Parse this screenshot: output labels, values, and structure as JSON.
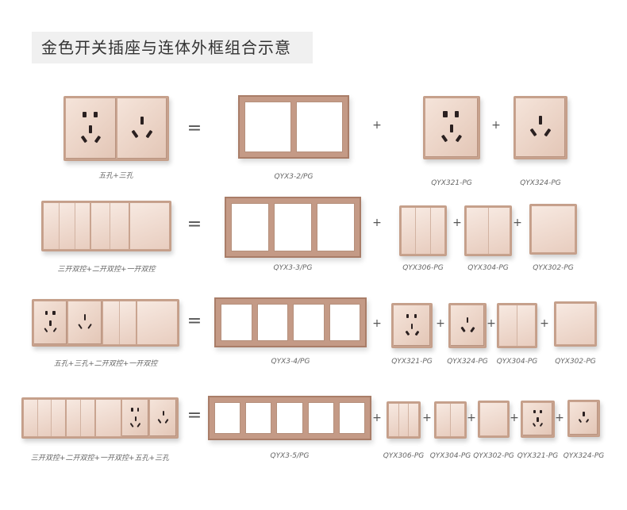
{
  "title": "金色开关插座与连体外框组合示意",
  "rows": [
    {
      "combo": {
        "modules": [
          "five",
          "three"
        ],
        "label": "五孔+三孔"
      },
      "frame": {
        "slots": 2,
        "label": "QYX3-2/PG"
      },
      "parts": [
        {
          "type": "five",
          "label": "QYX321-PG"
        },
        {
          "type": "three",
          "label": "QYX324-PG"
        }
      ]
    },
    {
      "combo": {
        "modules": [
          "gang3",
          "gang2",
          "gang1"
        ],
        "label": "三开双控+二开双控+一开双控"
      },
      "frame": {
        "slots": 3,
        "label": "QYX3-3/PG"
      },
      "parts": [
        {
          "type": "gang3",
          "label": "QYX306-PG"
        },
        {
          "type": "gang2",
          "label": "QYX304-PG"
        },
        {
          "type": "gang1",
          "label": "QYX302-PG"
        }
      ]
    },
    {
      "combo": {
        "modules": [
          "five",
          "three",
          "gang2",
          "gang1"
        ],
        "label": "五孔+三孔+二开双控+一开双控"
      },
      "frame": {
        "slots": 4,
        "label": "QYX3-4/PG"
      },
      "parts": [
        {
          "type": "five",
          "label": "QYX321-PG"
        },
        {
          "type": "three",
          "label": "QYX324-PG"
        },
        {
          "type": "gang2",
          "label": "QYX304-PG"
        },
        {
          "type": "gang1",
          "label": "QYX302-PG"
        }
      ]
    },
    {
      "combo": {
        "modules": [
          "gang3",
          "gang2",
          "gang1",
          "five",
          "three"
        ],
        "label": "三开双控+二开双控+一开双控+五孔+三孔"
      },
      "frame": {
        "slots": 5,
        "label": "QYX3-5/PG"
      },
      "parts": [
        {
          "type": "gang3",
          "label": "QYX306-PG"
        },
        {
          "type": "gang2",
          "label": "QYX304-PG"
        },
        {
          "type": "gang1",
          "label": "QYX302-PG"
        },
        {
          "type": "five",
          "label": "QYX321-PG"
        },
        {
          "type": "three",
          "label": "QYX324-PG"
        }
      ]
    }
  ],
  "symbols": {
    "equals": "=",
    "plus": "+"
  }
}
